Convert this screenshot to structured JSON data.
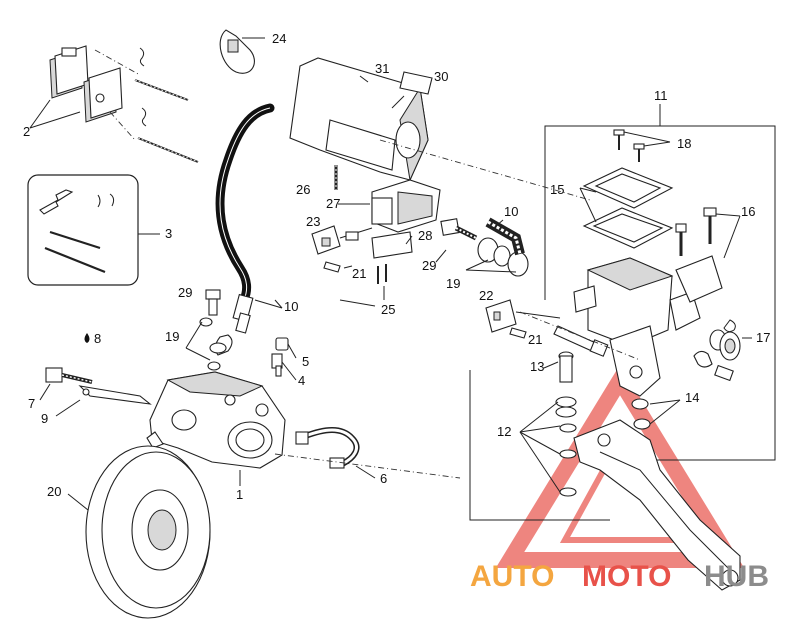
{
  "diagram": {
    "labels": [
      {
        "id": "l24",
        "text": "24"
      },
      {
        "id": "l31",
        "text": "31"
      },
      {
        "id": "l30",
        "text": "30"
      },
      {
        "id": "l11",
        "text": "11"
      },
      {
        "id": "l18",
        "text": "18"
      },
      {
        "id": "l2",
        "text": "2"
      },
      {
        "id": "l3",
        "text": "3"
      },
      {
        "id": "l26",
        "text": "26"
      },
      {
        "id": "l27",
        "text": "27"
      },
      {
        "id": "l15",
        "text": "15"
      },
      {
        "id": "l16",
        "text": "16"
      },
      {
        "id": "l10a",
        "text": "10"
      },
      {
        "id": "l23",
        "text": "23"
      },
      {
        "id": "l28",
        "text": "28"
      },
      {
        "id": "l29a",
        "text": "29"
      },
      {
        "id": "l21a",
        "text": "21"
      },
      {
        "id": "l19a",
        "text": "19"
      },
      {
        "id": "l25",
        "text": "25"
      },
      {
        "id": "l22",
        "text": "22"
      },
      {
        "id": "l21b",
        "text": "21"
      },
      {
        "id": "l29b",
        "text": "29"
      },
      {
        "id": "l10b",
        "text": "10"
      },
      {
        "id": "l19b",
        "text": "19"
      },
      {
        "id": "l17",
        "text": "17"
      },
      {
        "id": "l8",
        "text": "8"
      },
      {
        "id": "l5",
        "text": "5"
      },
      {
        "id": "l13",
        "text": "13"
      },
      {
        "id": "l4",
        "text": "4"
      },
      {
        "id": "l7",
        "text": "7"
      },
      {
        "id": "l9",
        "text": "9"
      },
      {
        "id": "l14",
        "text": "14"
      },
      {
        "id": "l12",
        "text": "12"
      },
      {
        "id": "l6",
        "text": "6"
      },
      {
        "id": "l20",
        "text": "20"
      },
      {
        "id": "l1",
        "text": "1"
      }
    ]
  },
  "watermark": {
    "part1": "AUTO",
    "part2": "MOTO",
    "part3": "HUB",
    "colors": {
      "orange": "#f4a640",
      "red": "#e8524a",
      "gray": "#8c8c8c"
    }
  }
}
